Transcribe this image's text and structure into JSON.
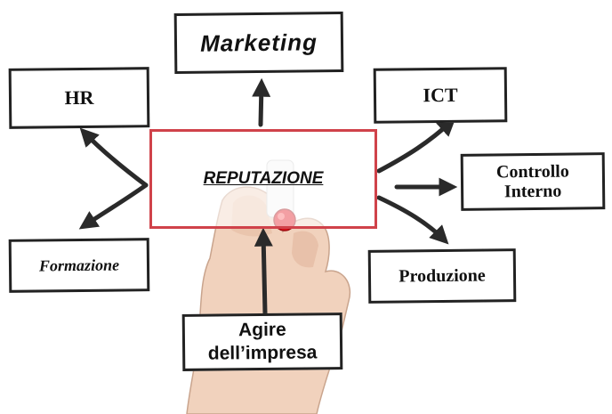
{
  "diagram": {
    "center": "REPUTAZIONE",
    "nodes": {
      "marketing": "Marketing",
      "hr": "HR",
      "ict": "ICT",
      "controllo_line1": "Controllo",
      "controllo_line2": "Interno",
      "formazione": "Formazione",
      "produzione": "Produzione",
      "agire_line1": "Agire",
      "agire_line2": "dell’impresa"
    },
    "colors": {
      "center_border": "#d0424a",
      "box_border": "#222222",
      "marker_tip": "#e0101a",
      "arrow": "#2a2a2a",
      "hand": "#f1d2bd"
    }
  }
}
